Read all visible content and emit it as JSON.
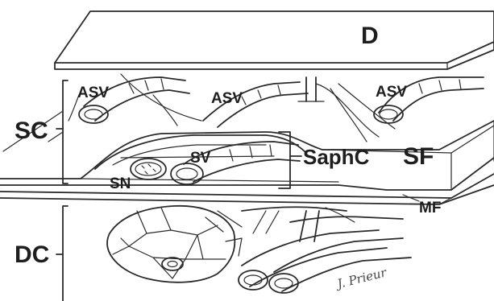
{
  "labels": {
    "d": "D",
    "asv_left": "ASV",
    "asv_mid": "ASV",
    "asv_right": "ASV",
    "sc": "SC",
    "sv": "SV",
    "sn": "SN",
    "saphc": "SaphC",
    "sf": "SF",
    "mf": "MF",
    "dc": "DC"
  },
  "signature": "J. Prieur"
}
